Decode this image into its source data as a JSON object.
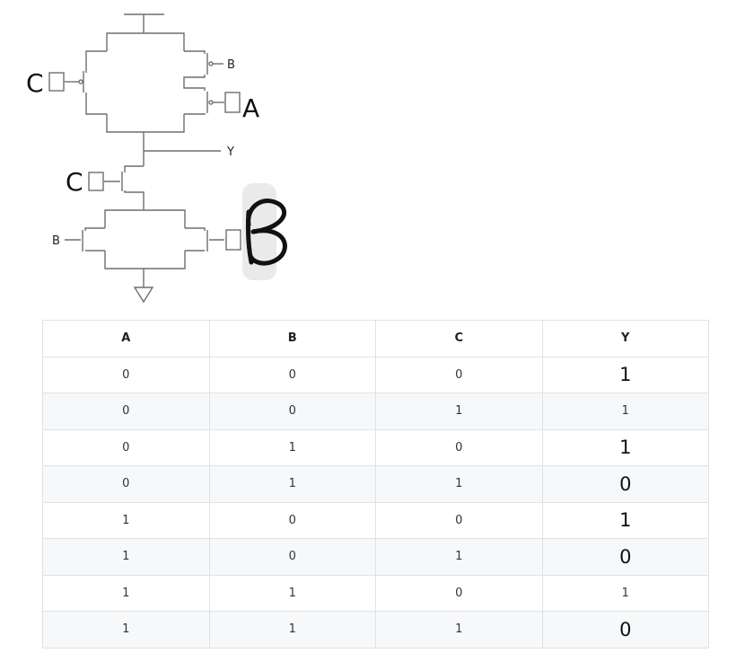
{
  "diagram": {
    "labels": {
      "c_top": "C",
      "b_top": "B",
      "a_top": "A",
      "y_out": "Y",
      "c_mid": "C",
      "b_left": "B"
    },
    "handwritten_label": "B"
  },
  "truth_table": {
    "headers": [
      "A",
      "B",
      "C",
      "Y"
    ],
    "rows": [
      [
        "0",
        "0",
        "0",
        "1"
      ],
      [
        "0",
        "0",
        "1",
        "1"
      ],
      [
        "0",
        "1",
        "0",
        "1"
      ],
      [
        "0",
        "1",
        "1",
        "0"
      ],
      [
        "1",
        "0",
        "0",
        "1"
      ],
      [
        "1",
        "0",
        "1",
        "0"
      ],
      [
        "1",
        "1",
        "0",
        "1"
      ],
      [
        "1",
        "1",
        "1",
        "0"
      ]
    ]
  }
}
